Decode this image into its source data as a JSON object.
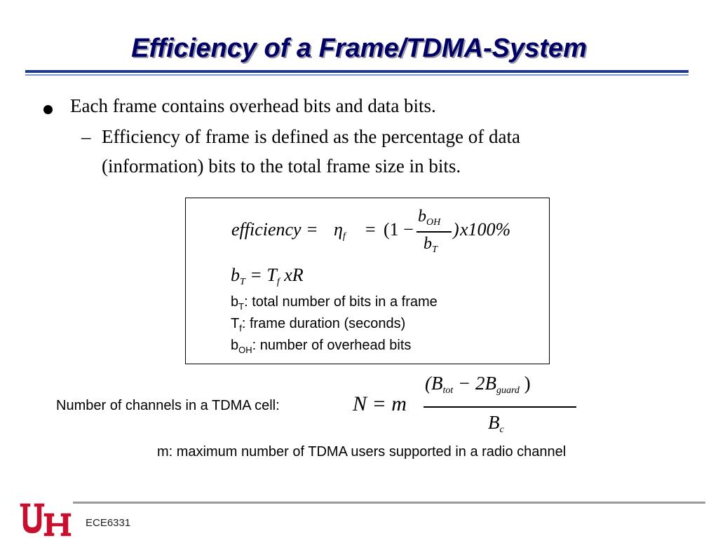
{
  "slide": {
    "title": "Efficiency of a Frame/TDMA-System",
    "bullet": "Each frame contains overhead bits and data bits.",
    "sub_dash": "–",
    "sub_line1": "Efficiency of frame is defined as the percentage of data",
    "sub_line2": "(information) bits to the total frame size in bits."
  },
  "box": {
    "efficiency_lhs": "efficiency =",
    "eta": "η",
    "eta_sub": "f",
    "eq": "=",
    "paren_open": "(1 −",
    "frac_num": "b",
    "frac_num_sub": "OH",
    "frac_den": "b",
    "frac_den_sub": "T",
    "paren_close": ")",
    "x100": "x100%",
    "bt_b": "b",
    "bt_sub": "T",
    "bt_eq": " = T",
    "bt_f": "f",
    "bt_rest": " xR",
    "def1_b": "b",
    "def1_sub": "T",
    "def1_text": ": total number of bits in a frame",
    "def2_b": "T",
    "def2_sub": "f",
    "def2_text": ": frame duration (seconds)",
    "def3_b": "b",
    "def3_sub": "OH",
    "def3_text": ": number of overhead bits"
  },
  "channels": {
    "label": "Number of channels in a TDMA cell:",
    "lhs": "N = m",
    "num_a": "(B",
    "num_a_sub": "tot",
    "num_mid": " − 2B",
    "num_b_sub": "guard",
    "num_end": " )",
    "den": "B",
    "den_sub": "c",
    "note": "m: maximum number of TDMA users supported in a radio channel"
  },
  "footer": {
    "course": "ECE6331",
    "logo_color": "#c8102e"
  }
}
